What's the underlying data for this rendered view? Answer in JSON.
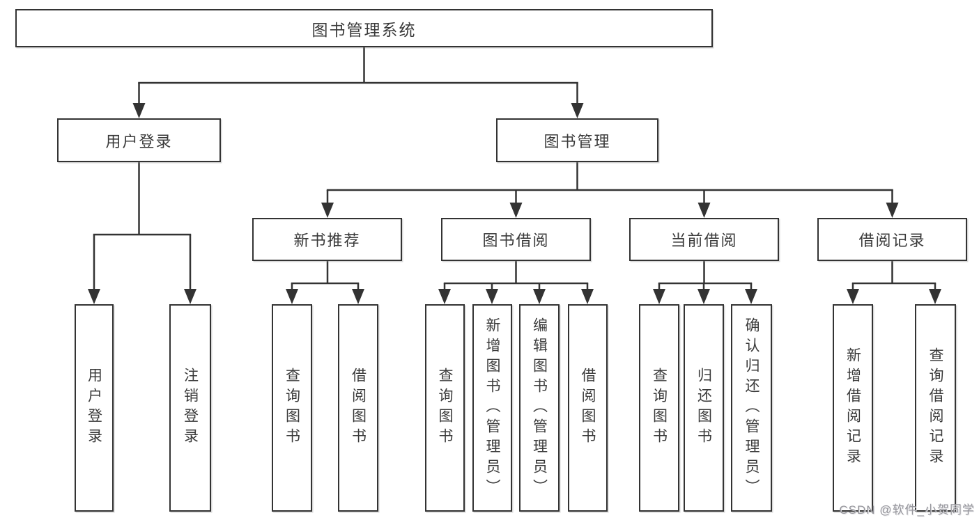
{
  "diagram": {
    "colors": {
      "line": "#333333",
      "box_border": "#333333",
      "box_fill": "#ffffff",
      "text": "#3a3a3a",
      "watermark": "#96969c"
    },
    "root": {
      "label": "图书管理系统"
    },
    "branches": [
      {
        "label": "用户登录",
        "children": [
          {
            "label": "用户登录"
          },
          {
            "label": "注销登录"
          }
        ]
      },
      {
        "label": "图书管理",
        "children": [
          {
            "label": "新书推荐",
            "children": [
              {
                "label": "查询图书"
              },
              {
                "label": "借阅图书"
              }
            ]
          },
          {
            "label": "图书借阅",
            "children": [
              {
                "label": "查询图书"
              },
              {
                "label": "新增图书（管理员）"
              },
              {
                "label": "编辑图书（管理员）"
              },
              {
                "label": "借阅图书"
              }
            ]
          },
          {
            "label": "当前借阅",
            "children": [
              {
                "label": "查询图书"
              },
              {
                "label": "归还图书"
              },
              {
                "label": "确认归还（管理员）"
              }
            ]
          },
          {
            "label": "借阅记录",
            "children": [
              {
                "label": "新增借阅记录"
              },
              {
                "label": "查询借阅记录"
              }
            ]
          }
        ]
      }
    ],
    "watermark": "CSDN @软件_小贺同学"
  }
}
